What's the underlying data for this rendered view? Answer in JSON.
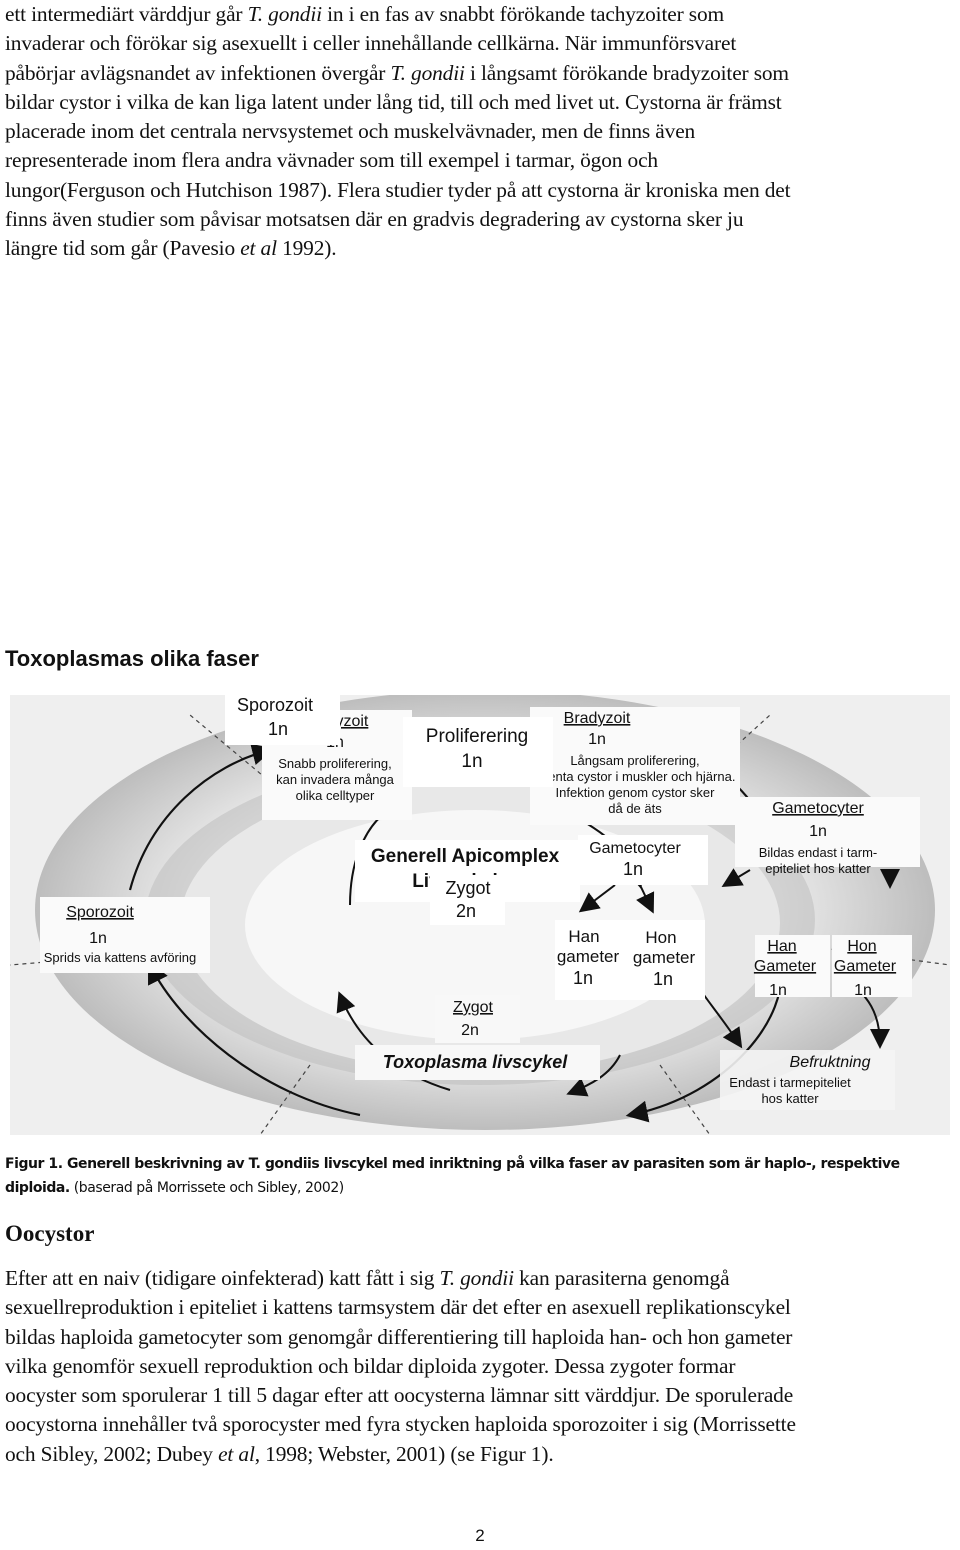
{
  "paragraph_top": {
    "lines": [
      [
        {
          "t": "ett intermediärt värddjur går "
        },
        {
          "t": "T. gondii",
          "i": true
        },
        {
          "t": " in i en fas av snabbt förökande tachyzoiter som"
        }
      ],
      [
        {
          "t": "invaderar och förökar sig asexuellt i celler innehållande cellkärna. När immunförsvaret"
        }
      ],
      [
        {
          "t": "påbörjar avlägsnandet av infektionen övergår "
        },
        {
          "t": "T. gondii",
          "i": true
        },
        {
          "t": " i långsamt förökande bradyzoiter som"
        }
      ],
      [
        {
          "t": "bildar cystor i vilka de kan liga latent under lång tid, till och med livet ut. Cystorna är främst"
        }
      ],
      [
        {
          "t": "placerade inom det centrala nervsystemet och muskelvävnader, men de finns även"
        }
      ],
      [
        {
          "t": "representerade inom flera andra vävnader som till exempel i tarmar, ögon och"
        }
      ],
      [
        {
          "t": "lungor(Ferguson och Hutchison 1987). Flera studier tyder på att cystorna är kroniska men det"
        }
      ],
      [
        {
          "t": "finns även studier som påvisar motsatsen där en gradvis degradering av cystorna sker ju"
        }
      ],
      [
        {
          "t": "längre tid som går (Pavesio "
        },
        {
          "t": "et al",
          "i": true
        },
        {
          "t": " 1992)."
        }
      ]
    ]
  },
  "heading_phases": "Toxoplasmas olika faser",
  "figure": {
    "outer": {
      "tachyzoit": {
        "title": "Tachyzoit",
        "ploidy": "1n",
        "lines": [
          "Snabb proliferering,",
          "kan invadera många",
          "olika celltyper"
        ]
      },
      "bradyzoit": {
        "title": "Bradyzoit",
        "ploidy": "1n",
        "lines": [
          "Långsam proliferering,",
          "latenta cystor i muskler och hjärna.",
          "Infektion genom cystor sker",
          "då de äts"
        ]
      },
      "gametocyter": {
        "title": "Gametocyter",
        "ploidy": "1n",
        "lines": [
          "Bildas endast i tarm-",
          "epiteliet hos katter"
        ]
      },
      "han": {
        "title_lines": [
          "Han",
          "Gameter"
        ],
        "ploidy": "1n"
      },
      "hon": {
        "title_lines": [
          "Hon",
          "Gameter"
        ],
        "ploidy": "1n"
      },
      "befruktning": {
        "title": "Befruktning",
        "lines": [
          "Endast i tarmepiteliet",
          "hos katter"
        ]
      },
      "zygot": {
        "title": "Zygot",
        "ploidy": "2n"
      },
      "sporozoit": {
        "title": "Sporozoit",
        "ploidy": "1n",
        "lines": [
          "Sprids via kattens avföring"
        ]
      },
      "cycle_title": "Toxoplasma livscykel"
    },
    "inner": {
      "proliferering": {
        "title": "Proliferering",
        "ploidy": "1n"
      },
      "title_lines": [
        "Generell Apicomplex",
        "Livscykel"
      ],
      "gametocyter": {
        "title": "Gametocyter",
        "ploidy": "1n"
      },
      "han": {
        "lines": [
          "Han",
          "gameter",
          "1n"
        ]
      },
      "hon": {
        "lines": [
          "Hon",
          "gameter",
          "1n"
        ]
      },
      "zygot": {
        "title": "Zygot",
        "ploidy": "2n"
      },
      "sporozoit": {
        "title": "Sporozoit",
        "ploidy": "1n"
      }
    }
  },
  "caption": {
    "label": "Figur 1. Generell beskrivning av T. gondiis livscykel med inriktning på vilka faser av parasiten som är haplo-, respektive",
    "label_2": "diploida.",
    "rest": " (baserad på Morrissete och Sibley, 2002)"
  },
  "heading_oocystor": "Oocystor",
  "paragraph_bottom": {
    "lines": [
      [
        {
          "t": "Efter att en naiv (tidigare oinfekterad) katt fått i sig "
        },
        {
          "t": "T. gondii",
          "i": true
        },
        {
          "t": " kan parasiterna genomgå"
        }
      ],
      [
        {
          "t": "sexuellreproduktion i epiteliet i kattens tarmsystem där det efter en asexuell replikationscykel"
        }
      ],
      [
        {
          "t": "bildas haploida gametocyter som genomgår differentiering till haploida han- och hon gameter"
        }
      ],
      [
        {
          "t": "vilka genomför sexuell reproduktion och bildar diploida zygoter. Dessa zygoter formar"
        }
      ],
      [
        {
          "t": "oocyster som sporulerar 1 till 5 dagar efter att oocysterna lämnar sitt värddjur. De sporulerade"
        }
      ],
      [
        {
          "t": "oocystorna innehåller två sporocyster med fyra stycken haploida sporozoiter i sig (Morrissette"
        }
      ],
      [
        {
          "t": "och Sibley, 2002; Dubey "
        },
        {
          "t": "et al",
          "i": true
        },
        {
          "t": ", 1998; Webster, 2001) (se Figur 1)."
        }
      ]
    ]
  },
  "page_number": "2",
  "colors": {
    "ring": "#bdbdbd",
    "ring_bg": "#e6e6e6",
    "inner_bg": "#ffffff",
    "text": "#111111"
  }
}
